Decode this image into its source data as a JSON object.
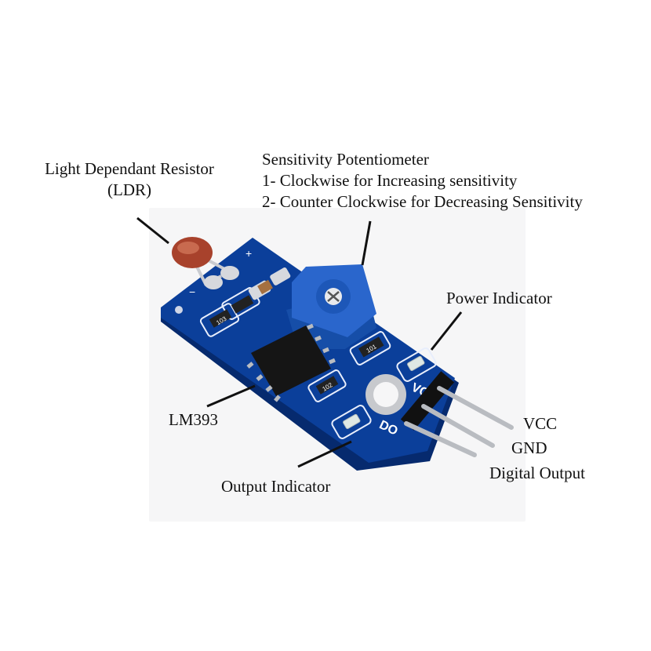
{
  "labels": {
    "ldr": {
      "line1": "Light Dependant Resistor",
      "line2": "(LDR)"
    },
    "potentiometer": {
      "title": "Sensitivity Potentiometer",
      "line1": "1- Clockwise for Increasing sensitivity",
      "line2": "2- Counter Clockwise for Decreasing Sensitivity"
    },
    "power_indicator": "Power Indicator",
    "lm393": "LM393",
    "output_indicator": "Output Indicator",
    "pins": {
      "vcc": "VCC",
      "gnd": "GND",
      "digital_output": "Digital Output"
    }
  },
  "silkscreen": {
    "plus": "+",
    "minus": "−",
    "vcc_mark": "VC",
    "do_mark": "DO",
    "resistor_code": "103",
    "resistor_code_2": "101",
    "resistor_code_3": "102"
  },
  "colors": {
    "pcb": "#0b3f9a",
    "pcb_edge": "#062a6e",
    "pot": "#1f5fc4",
    "chip": "#151515",
    "pin": "#b9bcc1"
  }
}
